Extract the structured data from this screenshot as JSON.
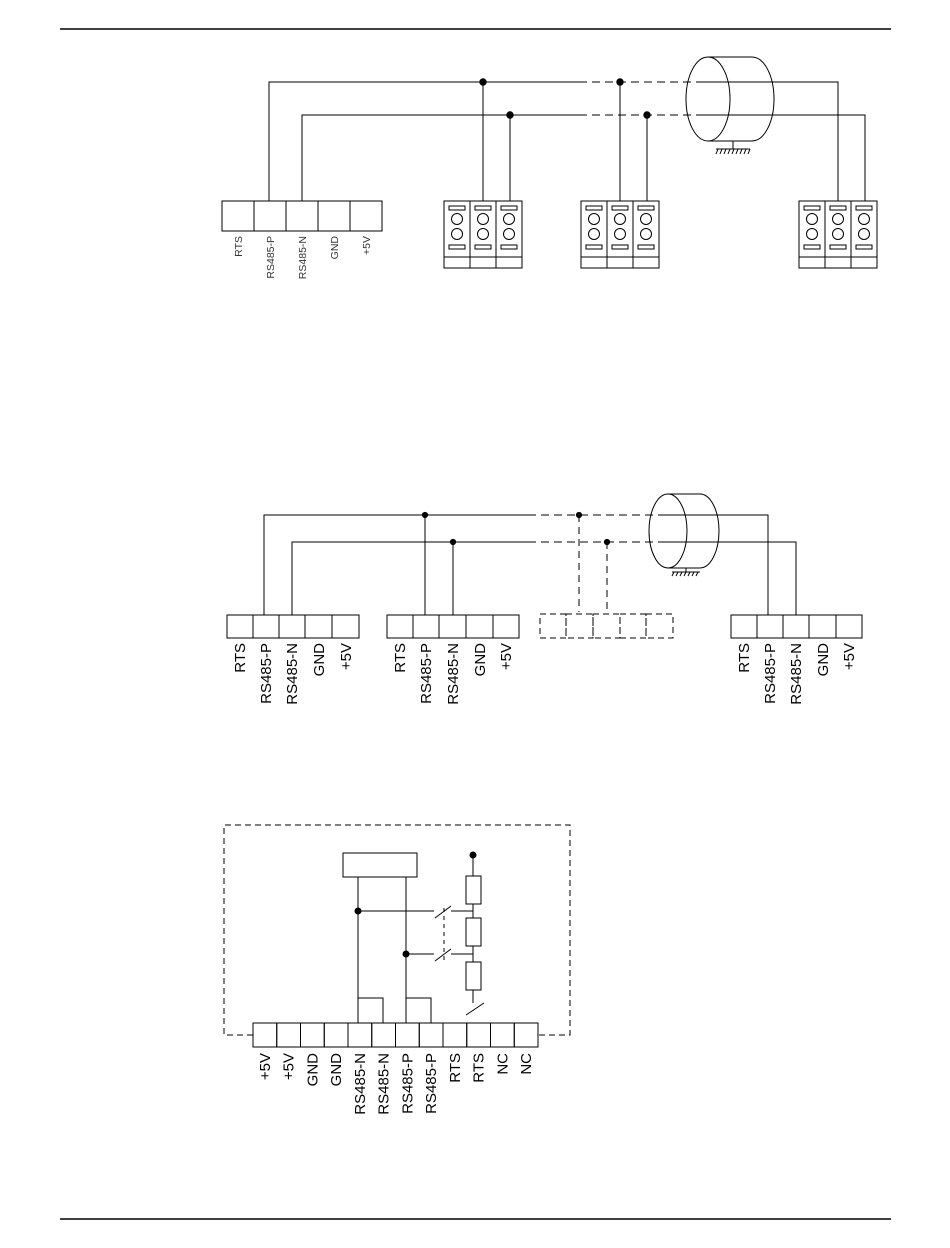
{
  "diagram_1": {
    "controller_terminals": [
      "RTS",
      "RS485-P",
      "RS485-N",
      "GND",
      "+5V"
    ]
  },
  "diagram_2": {
    "device_a_terminals": [
      "RTS",
      "RS485-P",
      "RS485-N",
      "GND",
      "+5V"
    ],
    "device_b_terminals": [
      "RTS",
      "RS485-P",
      "RS485-N",
      "GND",
      "+5V"
    ],
    "device_c_terminals": [
      "RTS",
      "RS485-P",
      "RS485-N",
      "GND",
      "+5V"
    ]
  },
  "diagram_3": {
    "terminals": [
      "+5V",
      "+5V",
      "GND",
      "GND",
      "RS485-N",
      "RS485-N",
      "RS485-P",
      "RS485-P",
      "RTS",
      "RTS",
      "NC",
      "NC"
    ]
  }
}
